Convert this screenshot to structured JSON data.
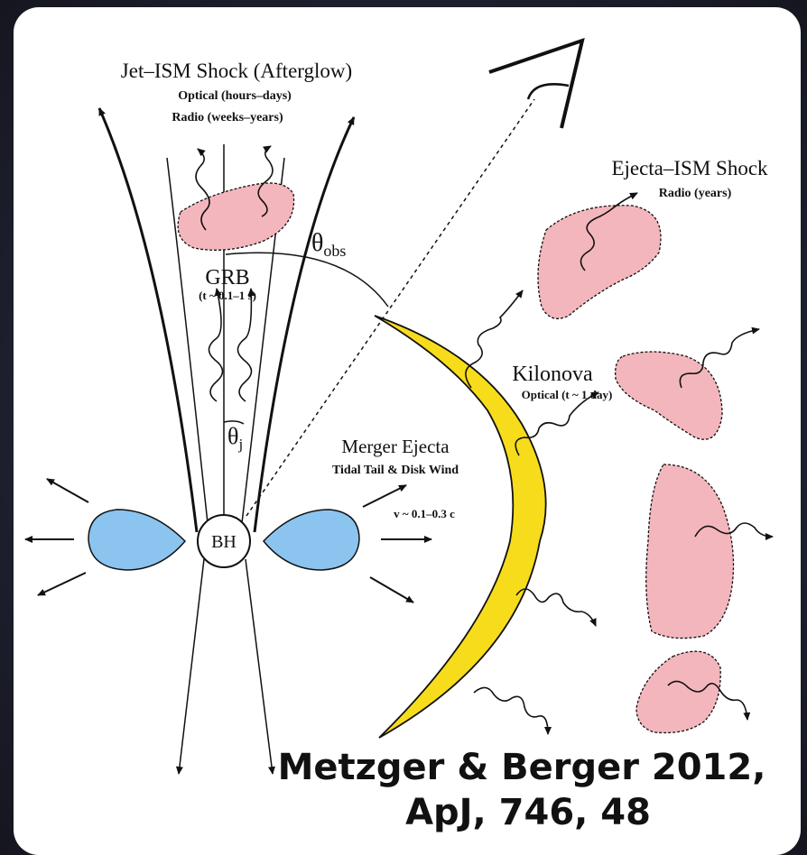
{
  "labels": {
    "jet_shock_title": "Jet–ISM Shock (Afterglow)",
    "jet_shock_optical": "Optical (hours–days)",
    "jet_shock_radio": "Radio (weeks–years)",
    "ejecta_shock_title": "Ejecta–ISM Shock",
    "ejecta_shock_radio": "Radio (years)",
    "theta_obs": "θ",
    "theta_obs_sub": "obs",
    "grb": "GRB",
    "grb_time": "(t ~ 0.1–1 s)",
    "kilonova": "Kilonova",
    "kilonova_optical": "Optical (t ~ 1 day)",
    "theta_j": "θ",
    "theta_j_sub": "j",
    "merger_ejecta": "Merger Ejecta",
    "tidal_tail": "Tidal Tail & Disk Wind",
    "velocity": "v ~ 0.1–0.3 c",
    "bh": "BH"
  },
  "credit": {
    "line1": "Metzger & Berger 2012,",
    "line2": "ApJ, 746, 48"
  },
  "colors": {
    "pink_fill": "#f4b6bd",
    "blue_fill": "#8cc4f0",
    "yellow_fill": "#f7dc1c",
    "line": "#111111"
  }
}
